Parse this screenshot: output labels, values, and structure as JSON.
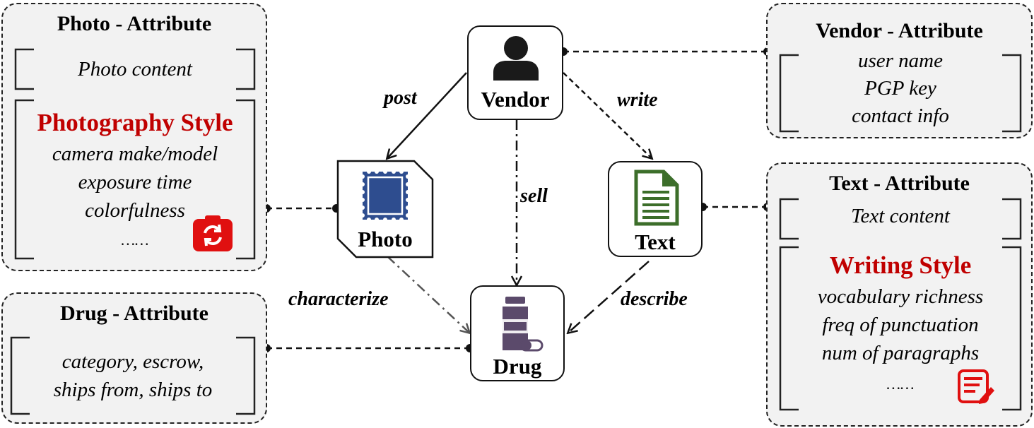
{
  "photo_attr": {
    "title": "Photo - Attribute",
    "content": "Photo content",
    "style_title": "Photography Style",
    "items": [
      "camera make/model",
      "exposure time",
      "colorfulness",
      "……"
    ]
  },
  "drug_attr": {
    "title": "Drug - Attribute",
    "items": [
      "category, escrow,",
      "ships from, ships to"
    ]
  },
  "vendor_attr": {
    "title": "Vendor - Attribute",
    "items": [
      "user name",
      "PGP key",
      "contact info"
    ]
  },
  "text_attr": {
    "title": "Text - Attribute",
    "content": "Text content",
    "style_title": "Writing Style",
    "items": [
      "vocabulary richness",
      "freq of punctuation",
      "num of paragraphs",
      "……"
    ]
  },
  "nodes": {
    "vendor": "Vendor",
    "photo": "Photo",
    "text": "Text",
    "drug": "Drug"
  },
  "edges": {
    "post": "post",
    "write": "write",
    "sell": "sell",
    "characterize": "characterize",
    "describe": "describe"
  },
  "colors": {
    "style_title": "#c00000",
    "photo_icon": "#2e4d8f",
    "text_icon": "#3c6e2a",
    "drug_icon": "#5b4a6b",
    "badge": "#e01010"
  },
  "icons": {
    "vendor": "person-icon",
    "photo": "stamp-photo-icon",
    "text": "document-icon",
    "drug": "pill-bottle-icon",
    "photo_badge": "camera-rotate-icon",
    "text_badge": "edit-list-icon"
  }
}
